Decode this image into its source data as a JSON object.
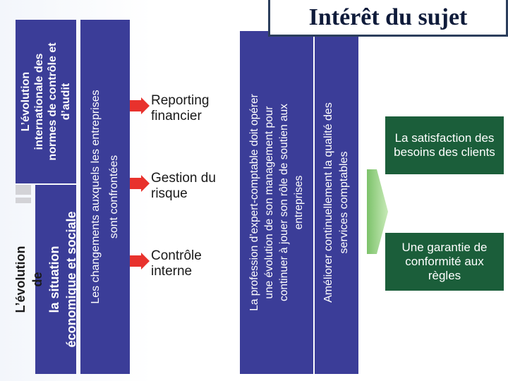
{
  "slide": {
    "title": "Intérêt du sujet",
    "panel_1": {
      "top_text": [
        "L’évolution",
        "internationale des",
        "normes de contrôle et",
        "d’audit"
      ],
      "bottom_text": [
        "L’évolution",
        "de",
        "la situation",
        "économique et sociale"
      ]
    },
    "panel_2": {
      "text": [
        "Les changements auxquels les entreprises",
        "sont confrontées"
      ]
    },
    "bullets": [
      {
        "label": "Reporting financier"
      },
      {
        "label": "Gestion du risque"
      },
      {
        "label": "Contrôle interne"
      }
    ],
    "panel_3": {
      "text": [
        "La profession d’expert-comptable doit opérer",
        "une évolution de son management pour",
        "continuer à jouer son rôle de soutien aux",
        "entreprises"
      ]
    },
    "panel_4": {
      "text": [
        "Améliorer continuellement la qualité des",
        "services comptables"
      ]
    },
    "green_boxes": [
      {
        "text": "La satisfaction des besoins des clients"
      },
      {
        "text": "Une garantie de conformité aux règles"
      }
    ],
    "colors": {
      "panel_blue": "#3b3d98",
      "green_box": "#1b5e3a",
      "arrow_red": "#e8322d",
      "big_arrow": "#9bd28b"
    }
  }
}
